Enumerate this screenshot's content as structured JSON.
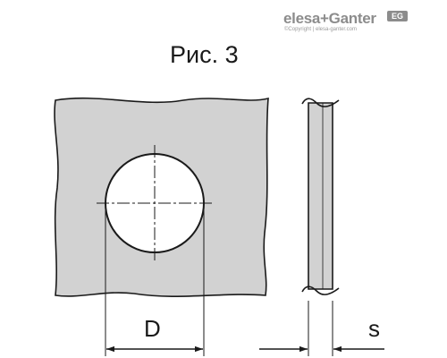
{
  "brand": {
    "name": "elesa+Ganter",
    "logo_text": "EG",
    "copyright": "©Copyright | elesa-ganter.com",
    "color": "#8c8c8c"
  },
  "figure": {
    "title": "Рис. 3"
  },
  "dimensions": {
    "diameter_label": "D",
    "thickness_label": "s"
  },
  "colors": {
    "plate_fill": "#d2d2d2",
    "line": "#1a1a1a",
    "hole_fill": "#ffffff"
  }
}
